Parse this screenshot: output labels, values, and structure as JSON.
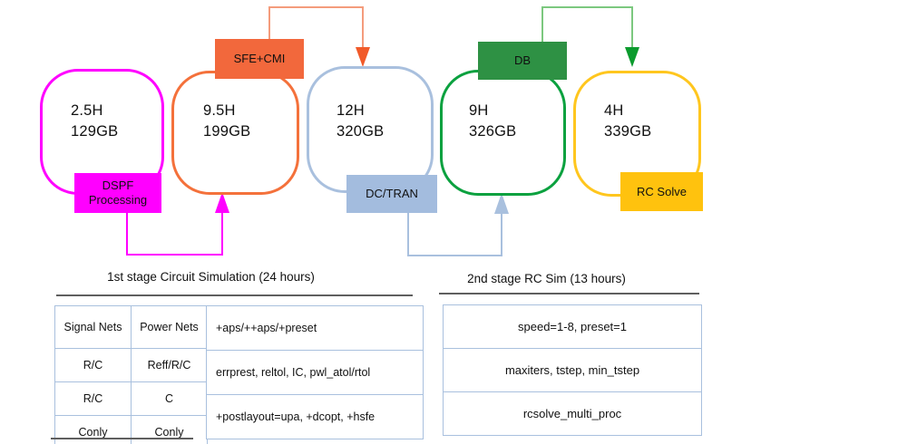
{
  "stages": [
    {
      "time": "2.5H",
      "size": "129GB",
      "label": "DSPF Processing",
      "color": "#ff00ff"
    },
    {
      "time": "9.5H",
      "size": "199GB",
      "label": "SFE+CMI",
      "color": "#f2683c"
    },
    {
      "time": "12H",
      "size": "320GB",
      "label": "DC/TRAN",
      "color": "#a3bcde"
    },
    {
      "time": "9H",
      "size": "326GB",
      "label": "DB",
      "color": "#2e9144"
    },
    {
      "time": "4H",
      "size": "339GB",
      "label": "RC Solve",
      "color": "#ffc20e"
    }
  ],
  "groups": [
    {
      "title": "1st stage Circuit Simulation (24 hours)",
      "nets_table": {
        "headers": [
          "Signal Nets",
          "Power Nets"
        ],
        "rows": [
          [
            "R/C",
            "Reff/R/C"
          ],
          [
            "R/C",
            "C"
          ],
          [
            "Conly",
            "Conly"
          ]
        ]
      },
      "params_table": {
        "rows": [
          "+aps/++aps/+preset",
          "errprest, reltol, IC, pwl_atol/rtol",
          "+postlayout=upa, +dcopt, +hsfe"
        ]
      }
    },
    {
      "title": "2nd stage RC Sim (13 hours)",
      "params_table": {
        "rows": [
          "speed=1-8, preset=1",
          "maxiters, tstep, min_tstep",
          "rcsolve_multi_proc"
        ]
      }
    }
  ],
  "colors": {
    "magenta": "#ff00ff",
    "orange_fill": "#f2683c",
    "orange_border": "#f4713b",
    "orange_arrow_line": "#f49c7c",
    "orange_arrow_head": "#f15a29",
    "steel_blue_fill": "#a3bcde",
    "steel_blue_border": "#a9c0de",
    "green_fill": "#2e9144",
    "green_border": "#0ba13f",
    "green_arrow_line": "#7cc87f",
    "green_arrow_head": "#0b9b2d",
    "gold_fill": "#ffc20e",
    "gold_border": "#ffc61e",
    "rule_gray": "#5f5f5f",
    "table_border": "#a9c0de"
  }
}
